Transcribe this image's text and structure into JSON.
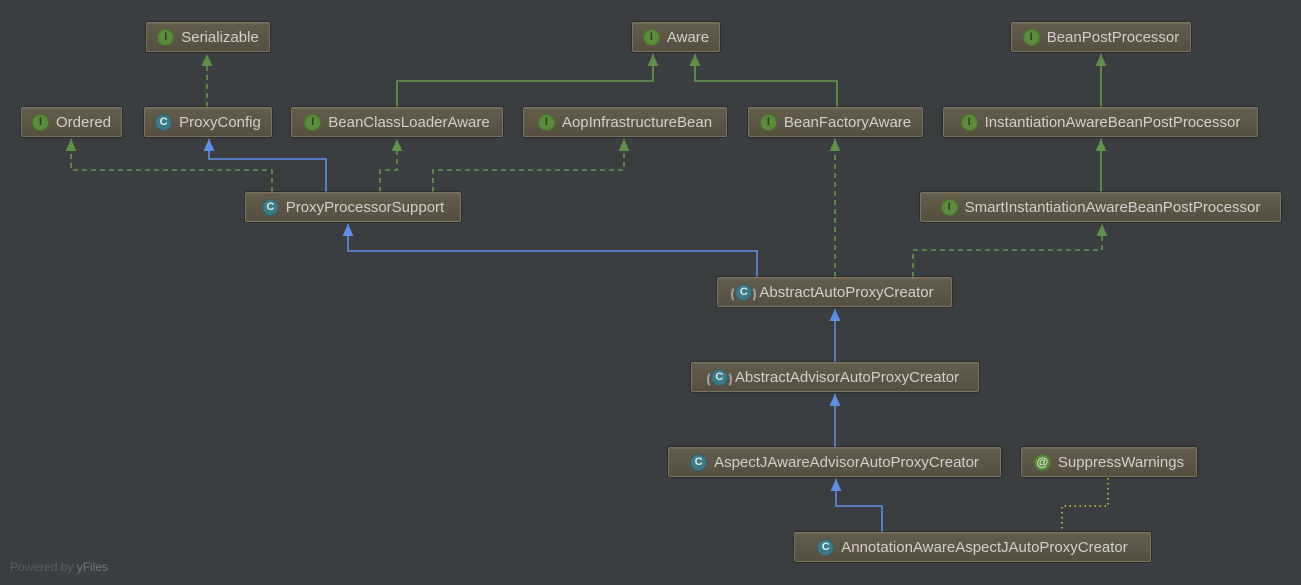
{
  "diagram": {
    "nodes": {
      "serializable": {
        "label": "Serializable",
        "kind": "interface"
      },
      "aware": {
        "label": "Aware",
        "kind": "interface"
      },
      "beanPostProcessor": {
        "label": "BeanPostProcessor",
        "kind": "interface"
      },
      "ordered": {
        "label": "Ordered",
        "kind": "interface"
      },
      "proxyConfig": {
        "label": "ProxyConfig",
        "kind": "class"
      },
      "beanClassLoaderAware": {
        "label": "BeanClassLoaderAware",
        "kind": "interface"
      },
      "aopInfrastructureBean": {
        "label": "AopInfrastructureBean",
        "kind": "interface"
      },
      "beanFactoryAware": {
        "label": "BeanFactoryAware",
        "kind": "interface"
      },
      "instantiationAwareBeanPostProcessor": {
        "label": "InstantiationAwareBeanPostProcessor",
        "kind": "interface"
      },
      "proxyProcessorSupport": {
        "label": "ProxyProcessorSupport",
        "kind": "class"
      },
      "smartInstantiationAwareBeanPostProcessor": {
        "label": "SmartInstantiationAwareBeanPostProcessor",
        "kind": "interface"
      },
      "abstractAutoProxyCreator": {
        "label": "AbstractAutoProxyCreator",
        "kind": "abstract-class"
      },
      "abstractAdvisorAutoProxyCreator": {
        "label": "AbstractAdvisorAutoProxyCreator",
        "kind": "abstract-class"
      },
      "aspectJAwareAdvisorAutoProxyCreator": {
        "label": "AspectJAwareAdvisorAutoProxyCreator",
        "kind": "class"
      },
      "suppressWarnings": {
        "label": "SuppressWarnings",
        "kind": "annotation"
      },
      "annotationAwareAspectJAutoProxyCreator": {
        "label": "AnnotationAwareAspectJAutoProxyCreator",
        "kind": "class"
      }
    },
    "edges": [
      {
        "from": "ProxyConfig",
        "to": "Serializable",
        "relation": "implements",
        "style": "green-dashed"
      },
      {
        "from": "BeanClassLoaderAware",
        "to": "Aware",
        "relation": "extends",
        "style": "green-solid"
      },
      {
        "from": "BeanFactoryAware",
        "to": "Aware",
        "relation": "extends",
        "style": "green-solid"
      },
      {
        "from": "InstantiationAwareBeanPostProcessor",
        "to": "BeanPostProcessor",
        "relation": "extends",
        "style": "green-solid"
      },
      {
        "from": "SmartInstantiationAwareBeanPostProcessor",
        "to": "InstantiationAwareBeanPostProcessor",
        "relation": "extends",
        "style": "green-solid"
      },
      {
        "from": "ProxyProcessorSupport",
        "to": "Ordered",
        "relation": "implements",
        "style": "green-dashed"
      },
      {
        "from": "ProxyProcessorSupport",
        "to": "ProxyConfig",
        "relation": "extends",
        "style": "blue-solid"
      },
      {
        "from": "ProxyProcessorSupport",
        "to": "BeanClassLoaderAware",
        "relation": "implements",
        "style": "green-dashed"
      },
      {
        "from": "ProxyProcessorSupport",
        "to": "AopInfrastructureBean",
        "relation": "implements",
        "style": "green-dashed"
      },
      {
        "from": "AbstractAutoProxyCreator",
        "to": "ProxyProcessorSupport",
        "relation": "extends",
        "style": "blue-solid"
      },
      {
        "from": "AbstractAutoProxyCreator",
        "to": "BeanFactoryAware",
        "relation": "implements",
        "style": "green-dashed"
      },
      {
        "from": "AbstractAutoProxyCreator",
        "to": "SmartInstantiationAwareBeanPostProcessor",
        "relation": "implements",
        "style": "green-dashed"
      },
      {
        "from": "AbstractAdvisorAutoProxyCreator",
        "to": "AbstractAutoProxyCreator",
        "relation": "extends",
        "style": "blue-solid"
      },
      {
        "from": "AspectJAwareAdvisorAutoProxyCreator",
        "to": "AbstractAdvisorAutoProxyCreator",
        "relation": "extends",
        "style": "blue-solid"
      },
      {
        "from": "AnnotationAwareAspectJAutoProxyCreator",
        "to": "AspectJAwareAdvisorAutoProxyCreator",
        "relation": "extends",
        "style": "blue-solid"
      },
      {
        "from": "AnnotationAwareAspectJAutoProxyCreator",
        "to": "SuppressWarnings",
        "relation": "annotated-with",
        "style": "yellow-dotted"
      }
    ]
  },
  "icons": {
    "interface": "I",
    "class": "C",
    "abstract_class": "C",
    "annotation": "@"
  },
  "colors": {
    "background": "#3b3e40",
    "node_fill": "#5d5546",
    "node_border": "#7b735e",
    "node_text": "#d2d0ca",
    "interface_icon": "#5a8c3c",
    "class_icon": "#3d7a87",
    "edge_extends_interface": "#62984a",
    "edge_extends_class": "#5c8fe6",
    "edge_annotation": "#b2a83f"
  },
  "footer": {
    "powered_by": "Powered by",
    "brand": "yFiles"
  }
}
